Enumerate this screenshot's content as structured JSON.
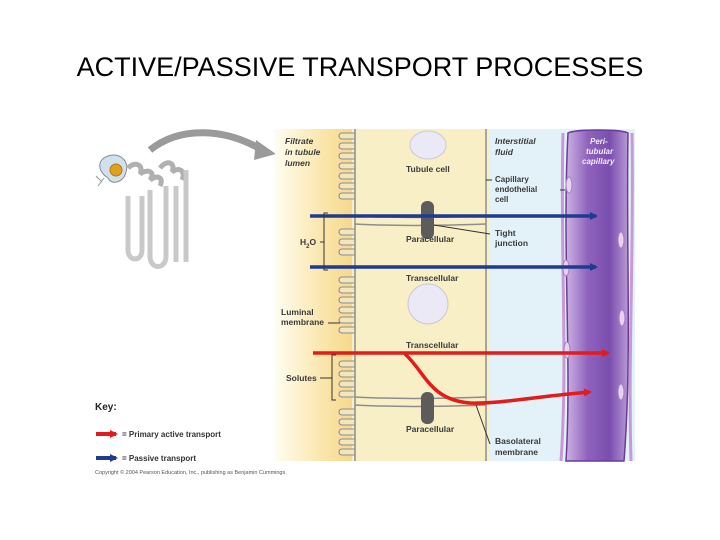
{
  "title": "ACTIVE/PASSIVE TRANSPORT PROCESSES",
  "labels": {
    "filtrate_l1": "Filtrate",
    "filtrate_l2": "in tubule",
    "filtrate_l3": "lumen",
    "interstitial_l1": "Interstitial",
    "interstitial_l2": "fluid",
    "peritubular_l1": "Peri-",
    "peritubular_l2": "tubular",
    "peritubular_l3": "capillary",
    "tubule_cell": "Tubule cell",
    "capillary_l1": "Capillary",
    "capillary_l2": "endothelial",
    "capillary_l3": "cell",
    "h2o_main": "H",
    "h2o_sub": "2",
    "h2o_end": "O",
    "paracellular_top": "Paracellular",
    "tight_l1": "Tight",
    "tight_l2": "junction",
    "transcellular_top": "Transcellular",
    "luminal_l1": "Luminal",
    "luminal_l2": "membrane",
    "transcellular_bottom": "Transcellular",
    "solutes": "Solutes",
    "paracellular_bottom": "Paracellular",
    "basolateral_l1": "Basolateral",
    "basolateral_l2": "membrane"
  },
  "key": {
    "title": "Key:",
    "active": "= Primary active transport",
    "passive": "= Passive transport"
  },
  "copyright": "Copyright © 2004 Pearson Education, Inc., publishing as Benjamin Cummings.",
  "colors": {
    "active_arrow": "#e31b1b",
    "passive_arrow": "#1f3b8f",
    "lumen": "#f7d98a",
    "cell": "#f8efc6",
    "interstitial": "#e3f1f8",
    "capillary": "#9b6fc3"
  }
}
